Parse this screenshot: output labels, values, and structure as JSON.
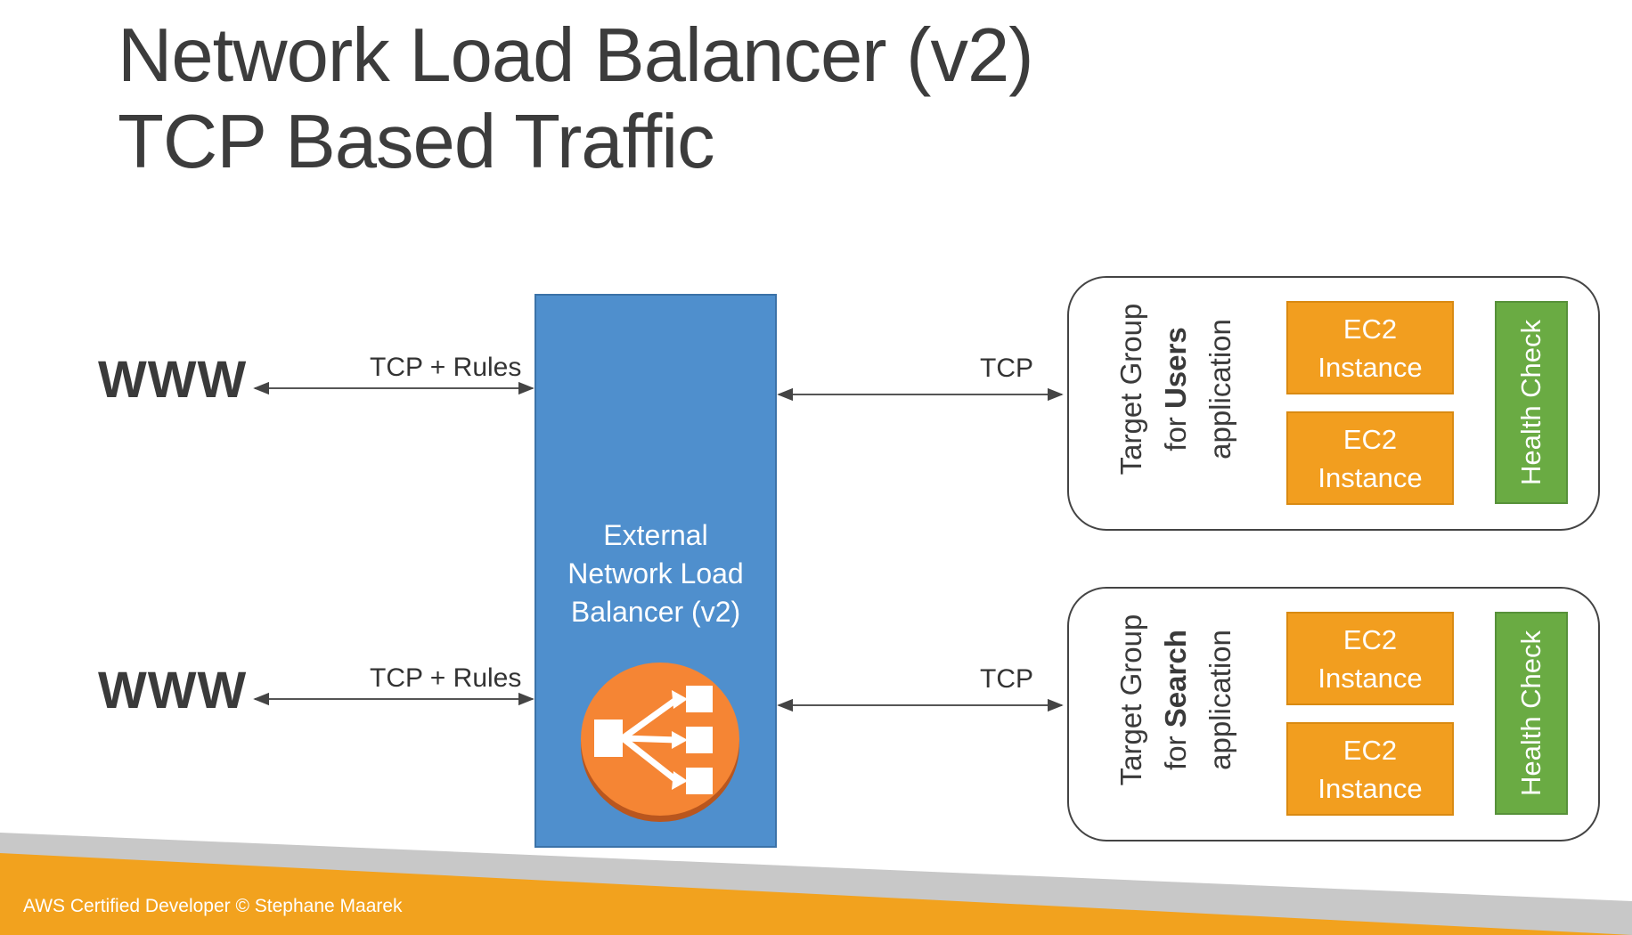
{
  "title": {
    "line1": "Network Load Balancer (v2)",
    "line2": "TCP Based Traffic"
  },
  "clients": [
    {
      "label": "WWW",
      "arrow_label": "TCP + Rules"
    },
    {
      "label": "WWW",
      "arrow_label": "TCP + Rules"
    }
  ],
  "load_balancer": {
    "line1": "External",
    "line2": "Network Load",
    "line3": "Balancer (v2)",
    "icon": "elb-icon"
  },
  "target_arrows": [
    {
      "label": "TCP"
    },
    {
      "label": "TCP"
    }
  ],
  "target_groups": [
    {
      "line1": "Target Group",
      "line2_prefix": "for ",
      "line2_bold": "Users",
      "line3": "application",
      "instances": [
        {
          "line1": "EC2",
          "line2": "Instance"
        },
        {
          "line1": "EC2",
          "line2": "Instance"
        }
      ],
      "health_check": "Health Check"
    },
    {
      "line1": "Target Group",
      "line2_prefix": "for ",
      "line2_bold": "Search",
      "line3": "application",
      "instances": [
        {
          "line1": "EC2",
          "line2": "Instance"
        },
        {
          "line1": "EC2",
          "line2": "Instance"
        }
      ],
      "health_check": "Health Check"
    }
  ],
  "footer": {
    "text": "AWS Certified Developer © Stephane Maarek"
  },
  "colors": {
    "load_balancer": "#4f8fcd",
    "ec2": "#f29e1f",
    "health_check": "#6aab43",
    "footer_orange": "#f2a21e",
    "footer_grey": "#c8c8c8",
    "elb_icon": "#f58534"
  }
}
